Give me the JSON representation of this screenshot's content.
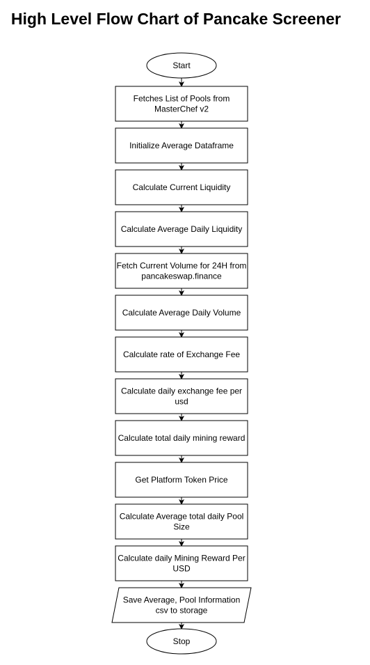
{
  "title": "High Level Flow Chart of Pancake Screener",
  "colors": {
    "stroke": "#000000",
    "fill": "#ffffff",
    "text": "#000000"
  },
  "nodes": [
    {
      "id": "start",
      "shape": "terminator",
      "lines": [
        "Start"
      ]
    },
    {
      "id": "fetch-pools",
      "shape": "process",
      "lines": [
        "Fetches List of Pools from",
        "MasterChef v2"
      ]
    },
    {
      "id": "init-dataframe",
      "shape": "process",
      "lines": [
        "Initialize Average Dataframe"
      ]
    },
    {
      "id": "current-liquidity",
      "shape": "process",
      "lines": [
        "Calculate Current Liquidity"
      ]
    },
    {
      "id": "avg-daily-liquidity",
      "shape": "process",
      "lines": [
        "Calculate Average Daily Liquidity"
      ]
    },
    {
      "id": "fetch-volume",
      "shape": "process",
      "lines": [
        "Fetch Current Volume for 24H from",
        "pancakeswap.finance"
      ]
    },
    {
      "id": "avg-daily-volume",
      "shape": "process",
      "lines": [
        "Calculate Average Daily Volume"
      ]
    },
    {
      "id": "exchange-fee-rate",
      "shape": "process",
      "lines": [
        "Calculate rate of Exchange Fee"
      ]
    },
    {
      "id": "daily-fee-per-usd",
      "shape": "process",
      "lines": [
        "Calculate daily exchange fee per",
        "usd"
      ]
    },
    {
      "id": "mining-reward",
      "shape": "process",
      "lines": [
        "Calculate total daily mining reward"
      ]
    },
    {
      "id": "token-price",
      "shape": "process",
      "lines": [
        "Get Platform Token Price"
      ]
    },
    {
      "id": "pool-size",
      "shape": "process",
      "lines": [
        "Calculate Average total daily Pool",
        "Size"
      ]
    },
    {
      "id": "reward-per-usd",
      "shape": "process",
      "lines": [
        "Calculate daily Mining Reward Per",
        "USD"
      ]
    },
    {
      "id": "save-storage",
      "shape": "data",
      "lines": [
        "Save Average, Pool Information",
        "csv to storage"
      ]
    },
    {
      "id": "stop",
      "shape": "terminator",
      "lines": [
        "Stop"
      ]
    }
  ]
}
